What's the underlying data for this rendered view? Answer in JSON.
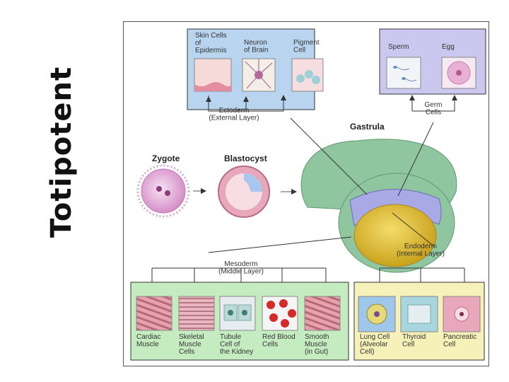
{
  "side_title": "Totipotent",
  "cells": {
    "skin": "Skin Cells|of|Epidermis",
    "neuron": "Neuron|of Brain",
    "pigment": "Pigment|Cell",
    "sperm": "Sperm",
    "egg": "Egg",
    "cardiac": "Cardiac|Muscle",
    "skeletal": "Skeletal|Muscle|Cells",
    "tubule": "Tubule|Cell of|the Kidney",
    "rbc": "Red Blood|Cells",
    "smooth": "Smooth|Muscle|(in Gut)",
    "lung": "Lung Cell|(Alveolar|Cell)",
    "thyroid": "Thyroid|Cell",
    "pancreatic": "Pancreatic|Cell"
  },
  "layers": {
    "ectoderm": "Ectoderm|(External Layer)",
    "germ": "Germ|Cells",
    "mesoderm": "Mesoderm|(Middle Layer)",
    "endoderm": "Endoderm|(Internal Layer)"
  },
  "stages": {
    "zygote": "Zygote",
    "blastocyst": "Blastocyst",
    "gastrula": "Gastrula"
  },
  "colors": {
    "ectoderm_panel": "#b8d4ef",
    "germ_panel": "#cbc8f0",
    "mesoderm_panel": "#c4ecc0",
    "endoderm_panel": "#f6f1b8",
    "gastrula_outer": "#8fc6a0",
    "gastrula_inner": "#e2c23a"
  }
}
